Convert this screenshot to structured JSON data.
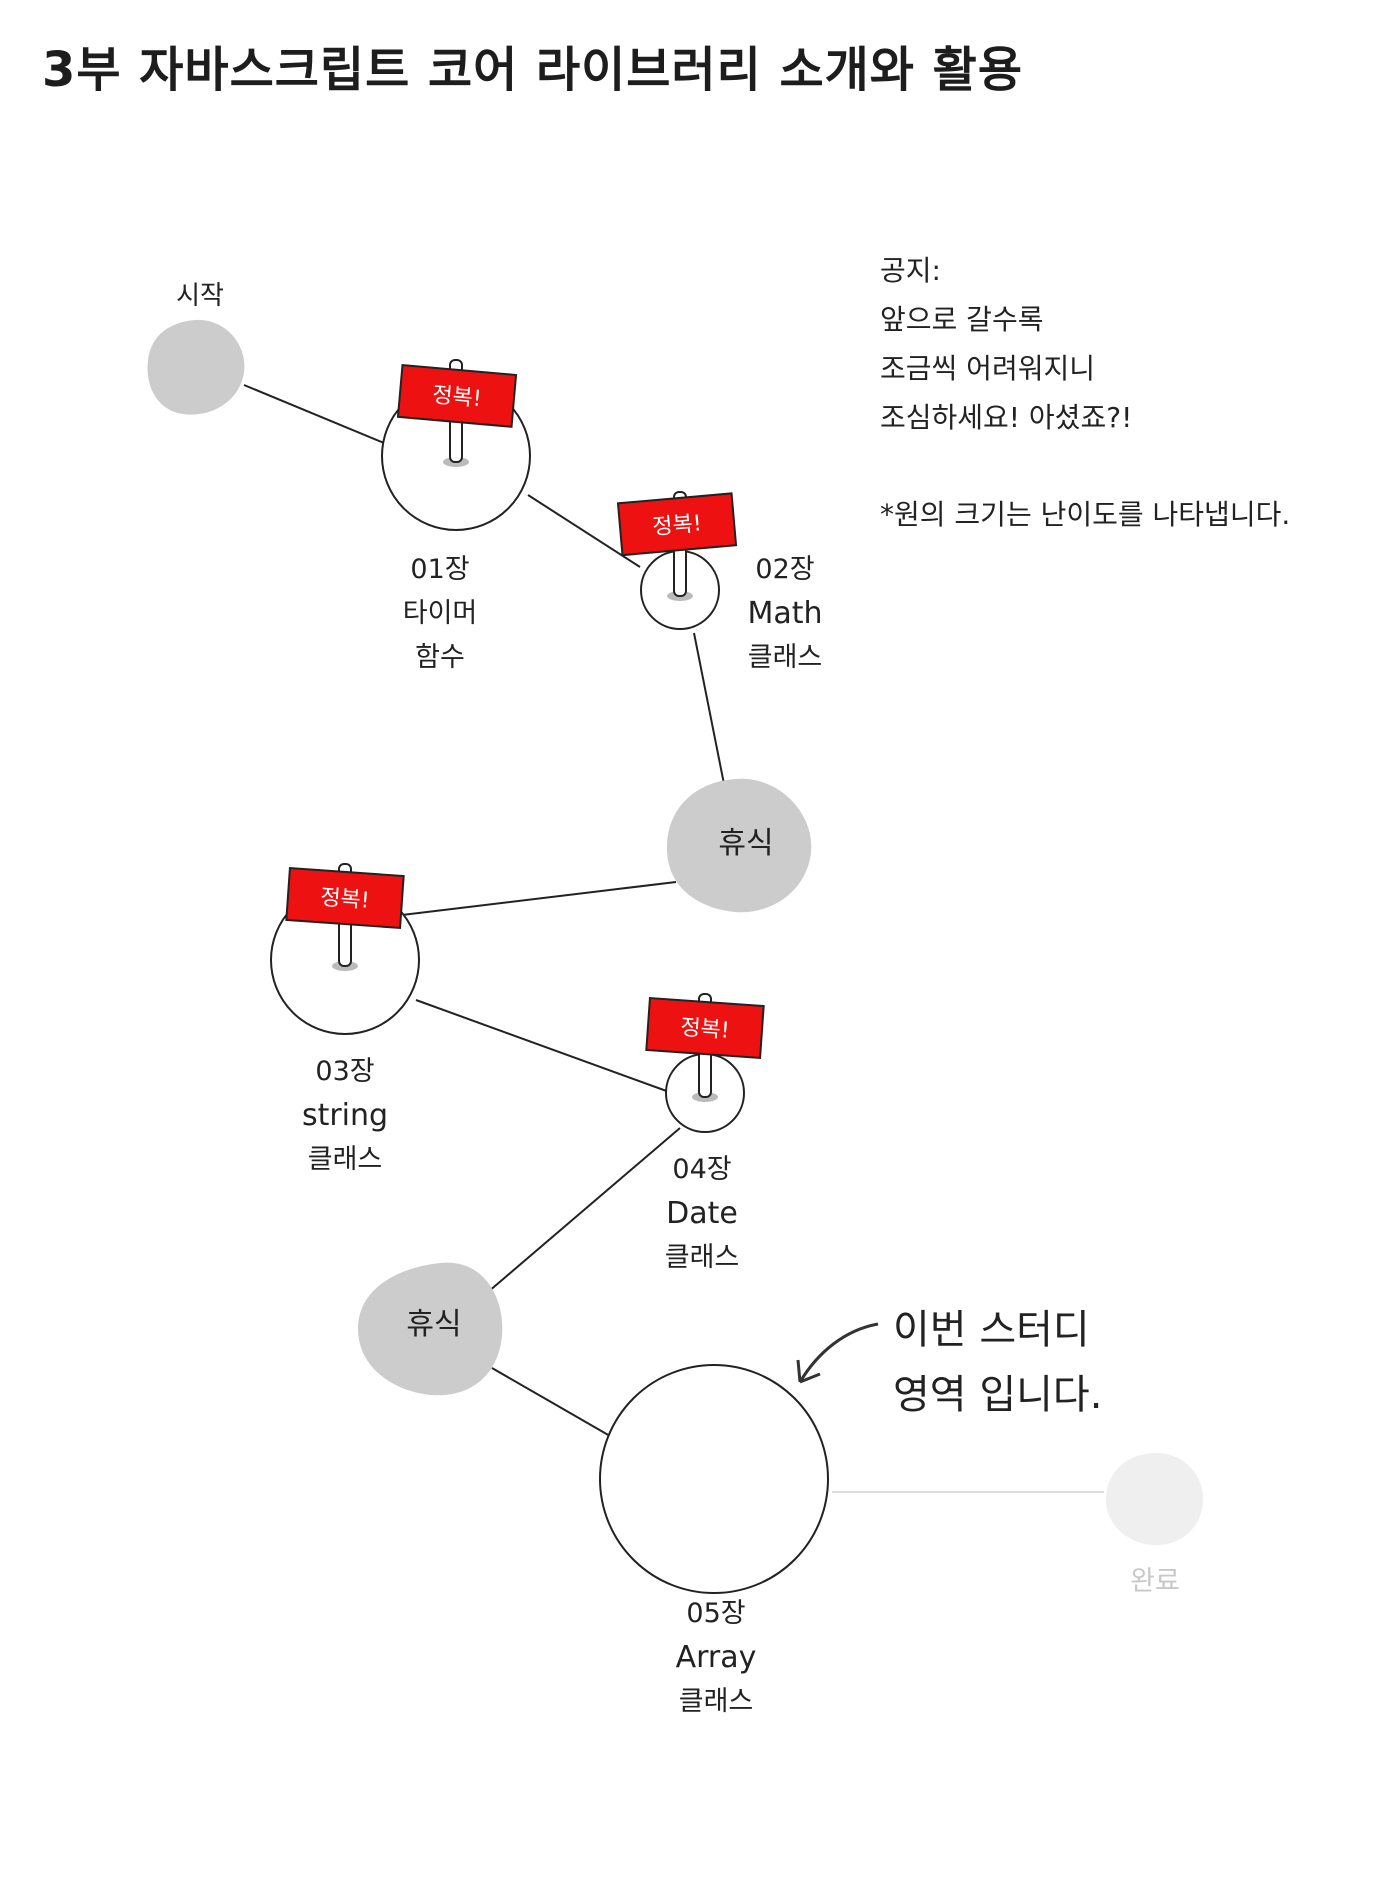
{
  "title": "3부 자바스크립트 코어 라이브러리 소개와 활용",
  "notice": {
    "heading": "공지:",
    "lines": [
      "앞으로 갈수록",
      "조금씩 어려워지니",
      "조심하세요! 아셨죠?!"
    ],
    "footnote": "*원의 크기는 난이도를 나타냅니다."
  },
  "start_label": "시작",
  "sign_text": "정복!",
  "rest_label": "휴식",
  "chapters": [
    {
      "num": "01장",
      "name": "타이머",
      "kind": "함수"
    },
    {
      "num": "02장",
      "name": "Math",
      "kind": "클래스"
    },
    {
      "num": "03장",
      "name": "string",
      "kind": "클래스"
    },
    {
      "num": "04장",
      "name": "Date",
      "kind": "클래스"
    },
    {
      "num": "05장",
      "name": "Array",
      "kind": "클래스"
    }
  ],
  "end_label": "완료",
  "callout": {
    "line1": "이번 스터디",
    "line2": "영역 입니다."
  },
  "colors": {
    "sign": "#ee1111",
    "rest": "#cccccc",
    "faded": "#efefef",
    "ink": "#222222"
  }
}
